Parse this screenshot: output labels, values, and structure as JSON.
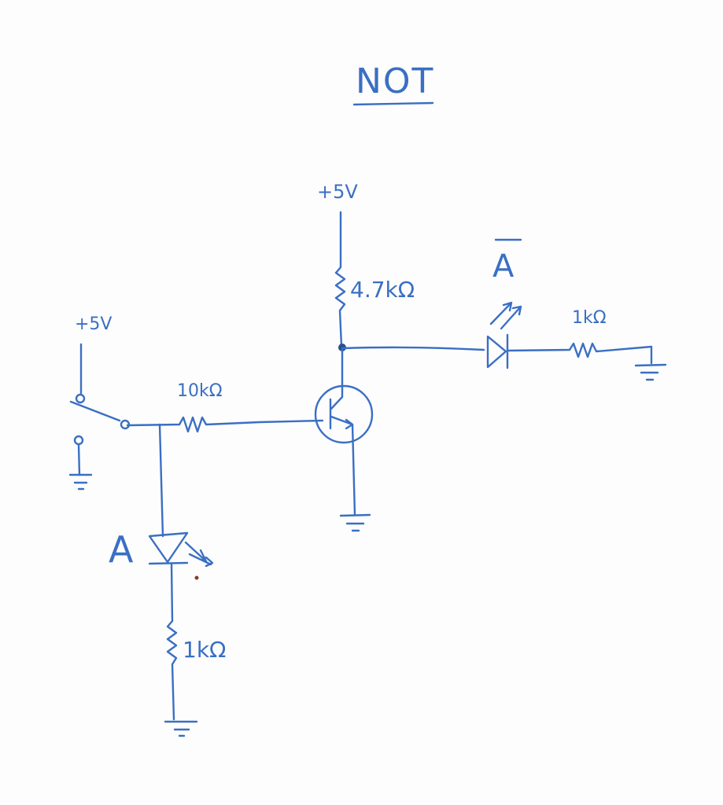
{
  "title": "NOT",
  "colors": {
    "ink": "#3a6fc4",
    "node": "#2a4f8f"
  },
  "labels": {
    "vcc_top": "+5V",
    "vcc_switch": "+5V",
    "collector_resistor": "4.7kΩ",
    "output_led": "A",
    "output_resistor": "1kΩ",
    "base_resistor": "10kΩ",
    "input_led": "A",
    "input_resistor": "1kΩ"
  }
}
